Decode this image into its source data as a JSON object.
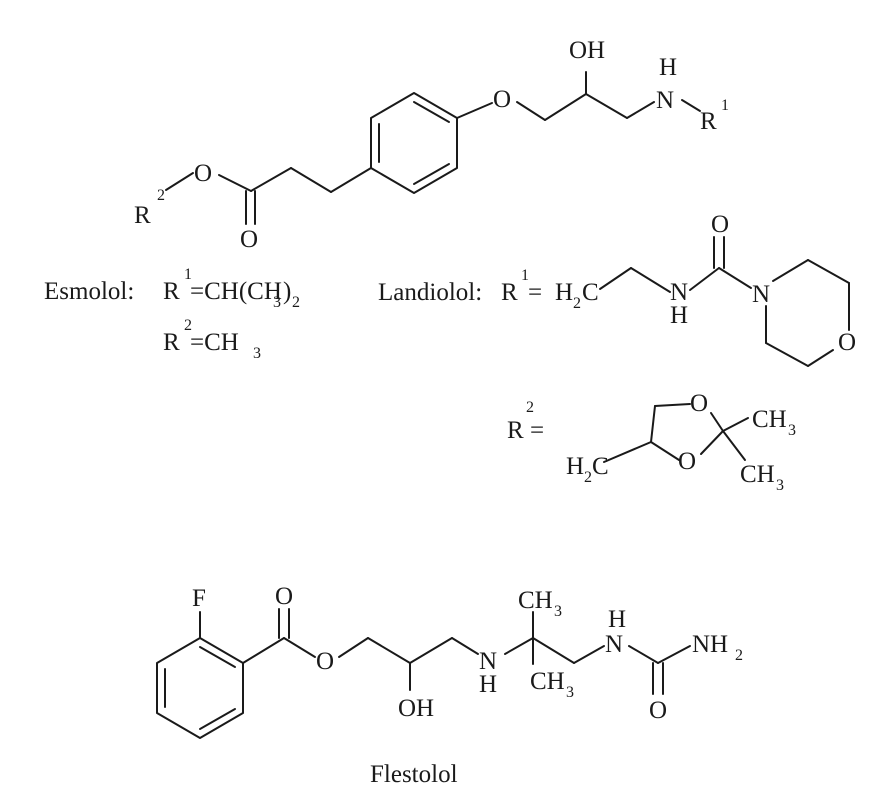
{
  "atoms": {
    "O": "O",
    "OH": "OH",
    "H": "H",
    "N": "N",
    "R": "R",
    "F": "F",
    "C": "C",
    "CH": "CH",
    "NH": "NH",
    "one": "1",
    "two": "2",
    "three": "3"
  },
  "esmolol": {
    "name": "Esmolol:",
    "r1_value": "=CH(CH",
    "r1_tail": ")",
    "r2_value": "=CH"
  },
  "landiolol": {
    "name": "Landiolol:",
    "eq": "=",
    "h2c": "H",
    "r2_eq": "="
  },
  "flestolol": {
    "caption": "Flestolol"
  }
}
